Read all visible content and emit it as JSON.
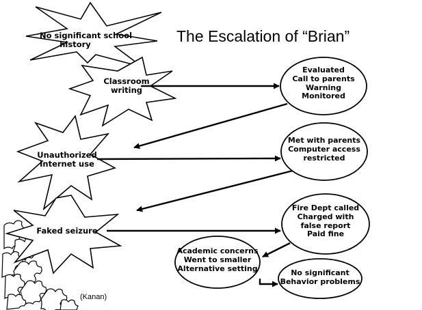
{
  "title": "The Escalation of “Brian”",
  "starbursts": [
    {
      "lines": [
        "No significant school",
        "history"
      ]
    },
    {
      "lines": [
        "Classroom",
        "writing"
      ]
    },
    {
      "lines": [
        "Unauthorized",
        "Internet use"
      ]
    },
    {
      "lines": [
        "Faked seizure"
      ]
    }
  ],
  "responses": [
    {
      "lines": [
        "Evaluated",
        "Call to parents",
        "Warning",
        "Monitored"
      ]
    },
    {
      "lines": [
        "Met with parents",
        "Computer access",
        "restricted"
      ]
    },
    {
      "lines": [
        "Fire Dept called",
        "Charged with",
        "false report",
        "Paid fine"
      ]
    },
    {
      "lines": [
        "Academic concerns",
        "Went to smaller",
        "Alternative setting"
      ]
    },
    {
      "lines": [
        "No significant",
        "Behavior problems"
      ]
    }
  ],
  "credit": "(Kanan)",
  "decoration": "puzzle-pieces",
  "colors": {
    "stroke": "#000000",
    "fill": "#ffffff"
  }
}
